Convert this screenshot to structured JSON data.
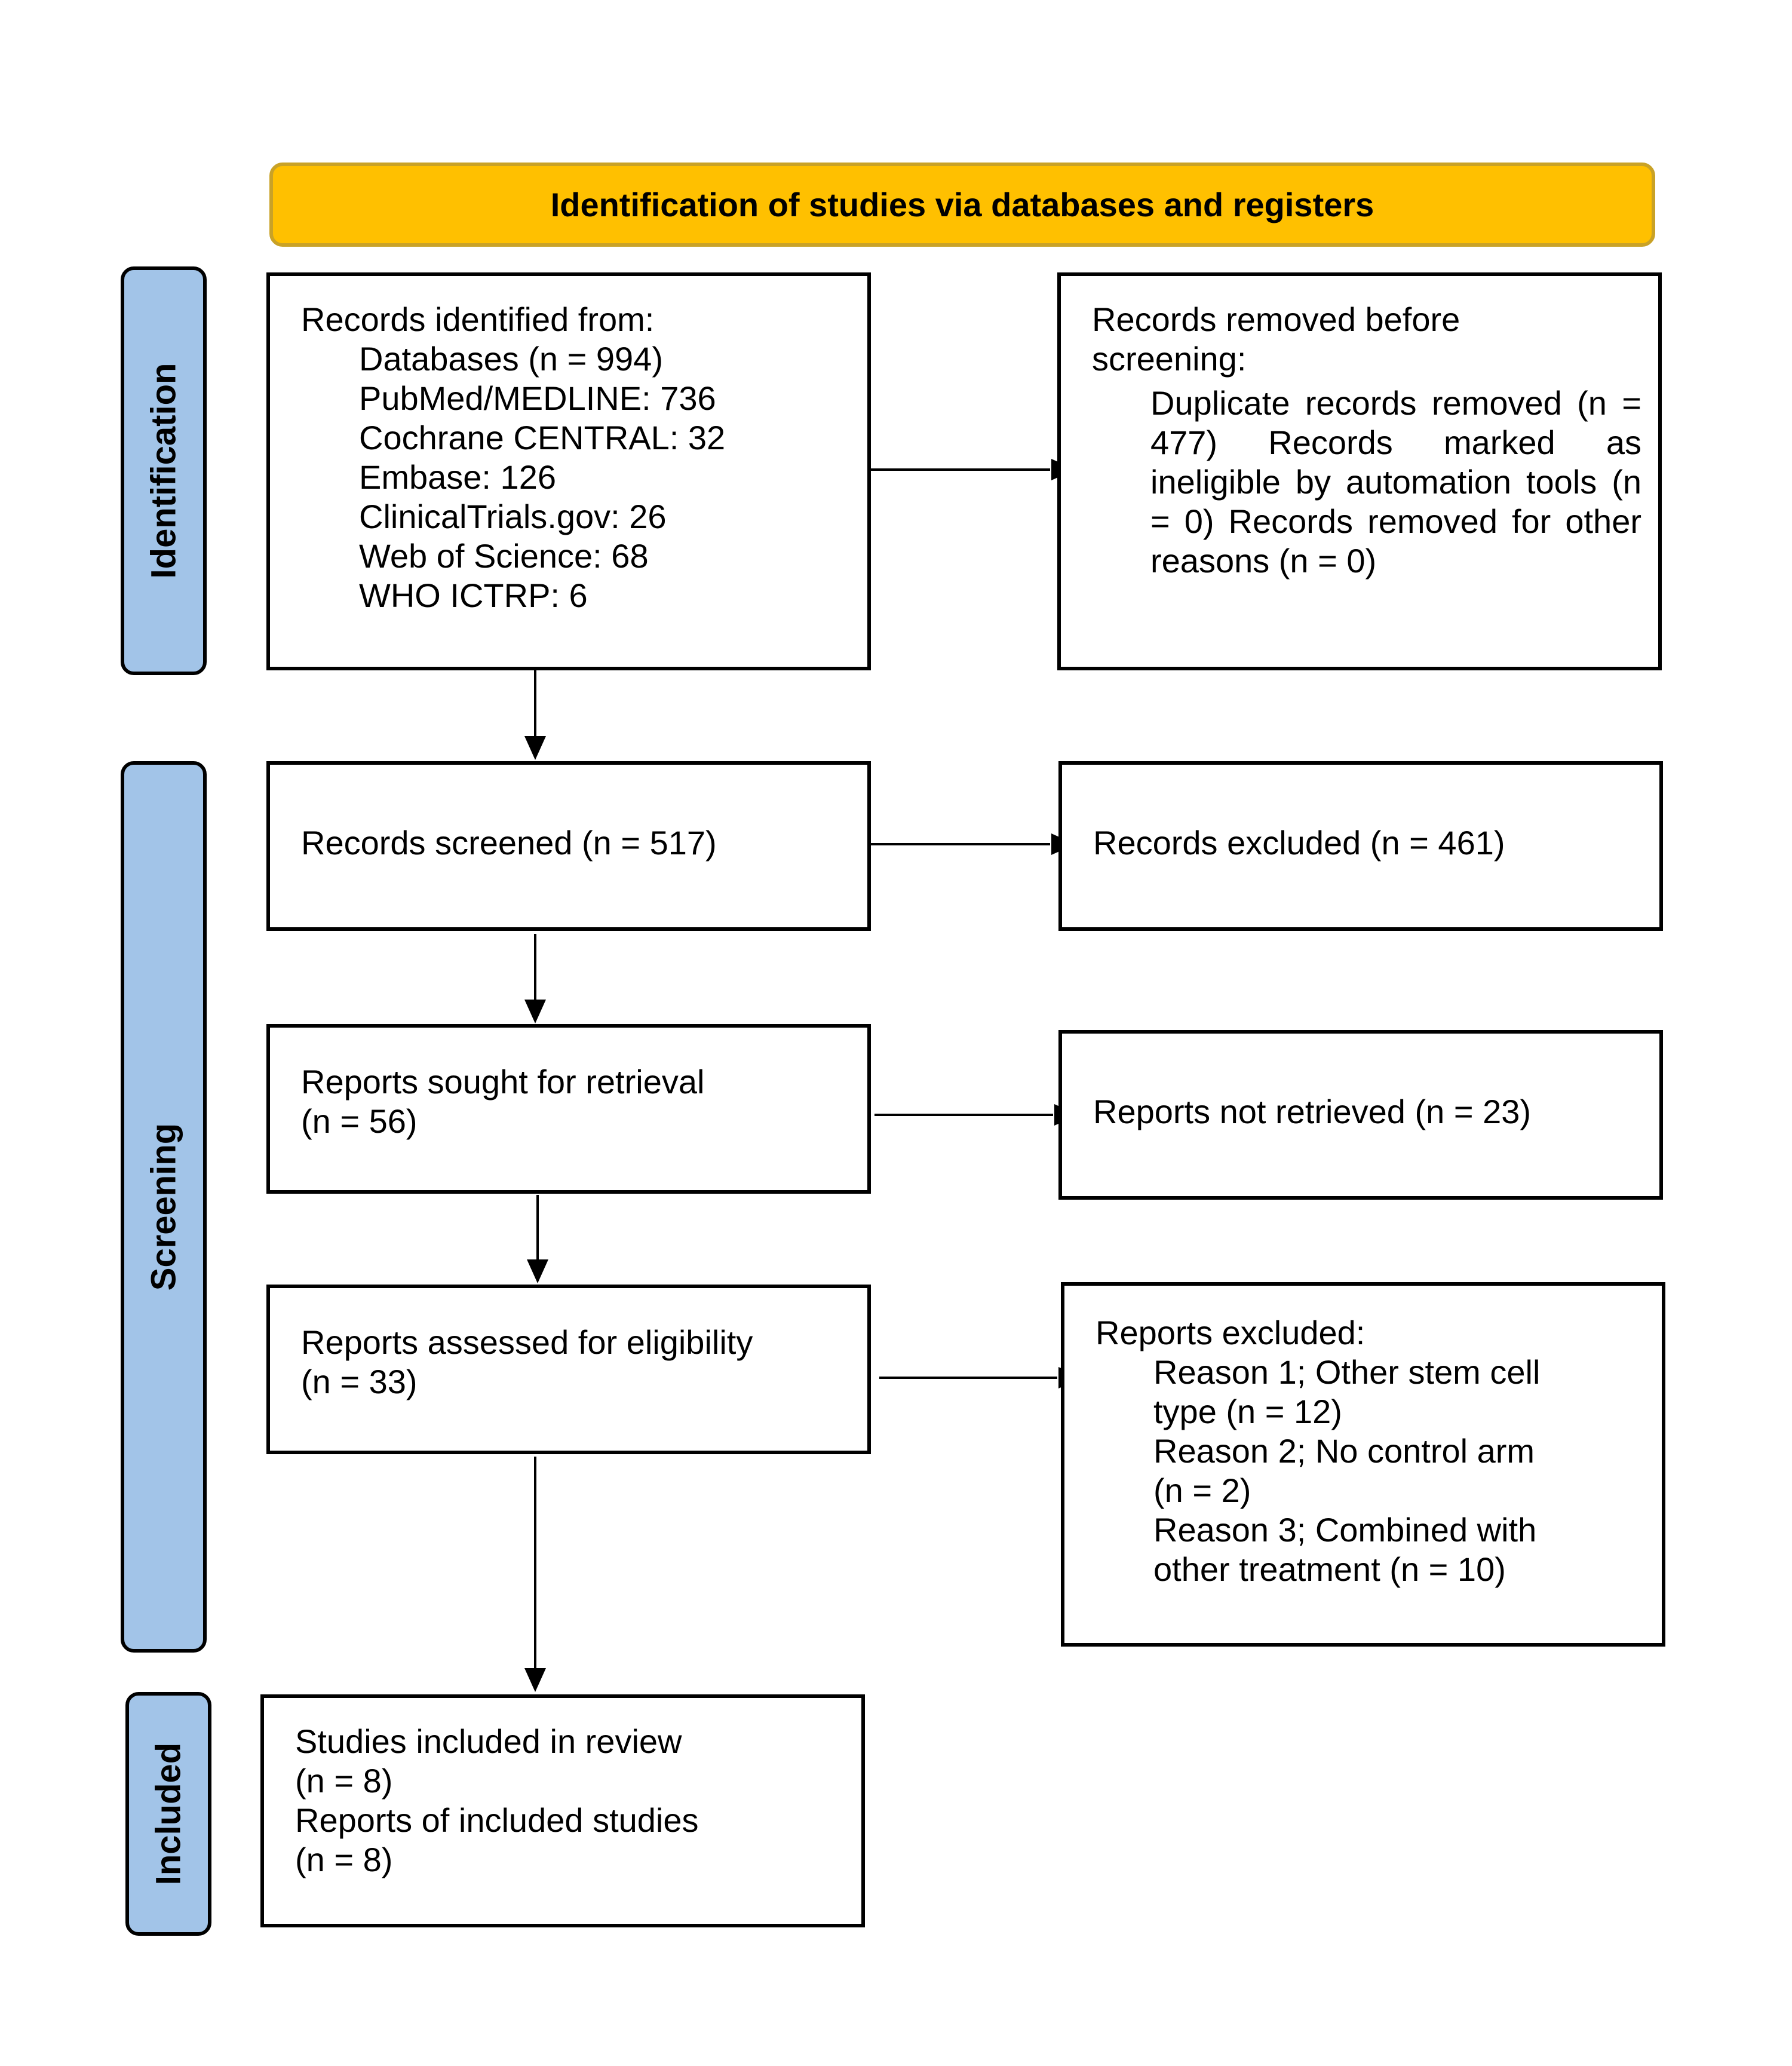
{
  "header": {
    "title": "Identification of studies via databases and registers",
    "fill_color": "#FFC000",
    "border_color": "#C9A227"
  },
  "phases": {
    "identification": "Identification",
    "screening": "Screening",
    "included": "Included",
    "fill_color": "#A2C4E8"
  },
  "records_identified": {
    "heading": "Records identified from:",
    "items": [
      "Databases (n = 994)",
      "PubMed/MEDLINE: 736",
      "Cochrane CENTRAL: 32",
      "Embase: 126",
      "ClinicalTrials.gov: 26",
      "Web of Science: 68",
      "WHO ICTRP: 6"
    ]
  },
  "records_removed": {
    "heading_line1": "Records removed before",
    "heading_line2": "screening:",
    "body": "Duplicate records removed (n = 477) Records marked as ineligible by automation tools (n = 0) Records removed for other reasons (n = 0)"
  },
  "records_screened": "Records screened (n = 517)",
  "records_excluded": "Records excluded (n = 461)",
  "reports_sought": {
    "line1": "Reports sought for retrieval",
    "line2": "(n = 56)"
  },
  "reports_not_retrieved": "Reports not retrieved (n = 23)",
  "reports_assessed": {
    "line1": "Reports assessed for eligibility",
    "line2": "(n = 33)"
  },
  "reports_excluded": {
    "heading": "Reports excluded:",
    "lines": [
      "Reason 1; Other stem cell",
      "type (n = 12)",
      "Reason 2; No control arm",
      "(n = 2)",
      "Reason 3; Combined with",
      "other treatment (n = 10)"
    ]
  },
  "included": {
    "lines": [
      "Studies included in review",
      "(n = 8)",
      "Reports of included studies",
      "(n = 8)"
    ]
  }
}
